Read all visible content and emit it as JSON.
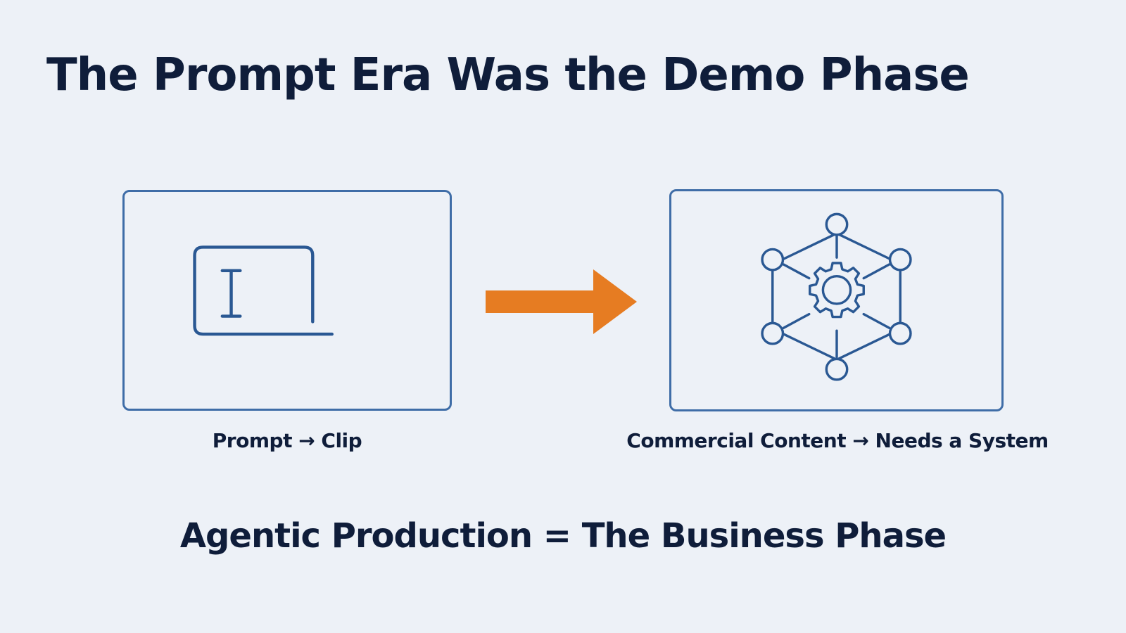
{
  "title": "The Prompt Era Was the Demo Phase",
  "left_panel": {
    "caption": "Prompt → Clip",
    "icon": "text-cursor-input-icon"
  },
  "right_panel": {
    "caption": "Commercial Content → Needs a System",
    "icon": "gear-network-icon"
  },
  "arrow": {
    "icon": "arrow-right-icon",
    "color": "#e67c22"
  },
  "conclusion": "Agentic Production = The Business Phase",
  "colors": {
    "background": "#edf1f7",
    "text": "#0f1d3a",
    "line": "#3f6da7",
    "icon_stroke": "#2a5893",
    "accent": "#e67c22"
  }
}
